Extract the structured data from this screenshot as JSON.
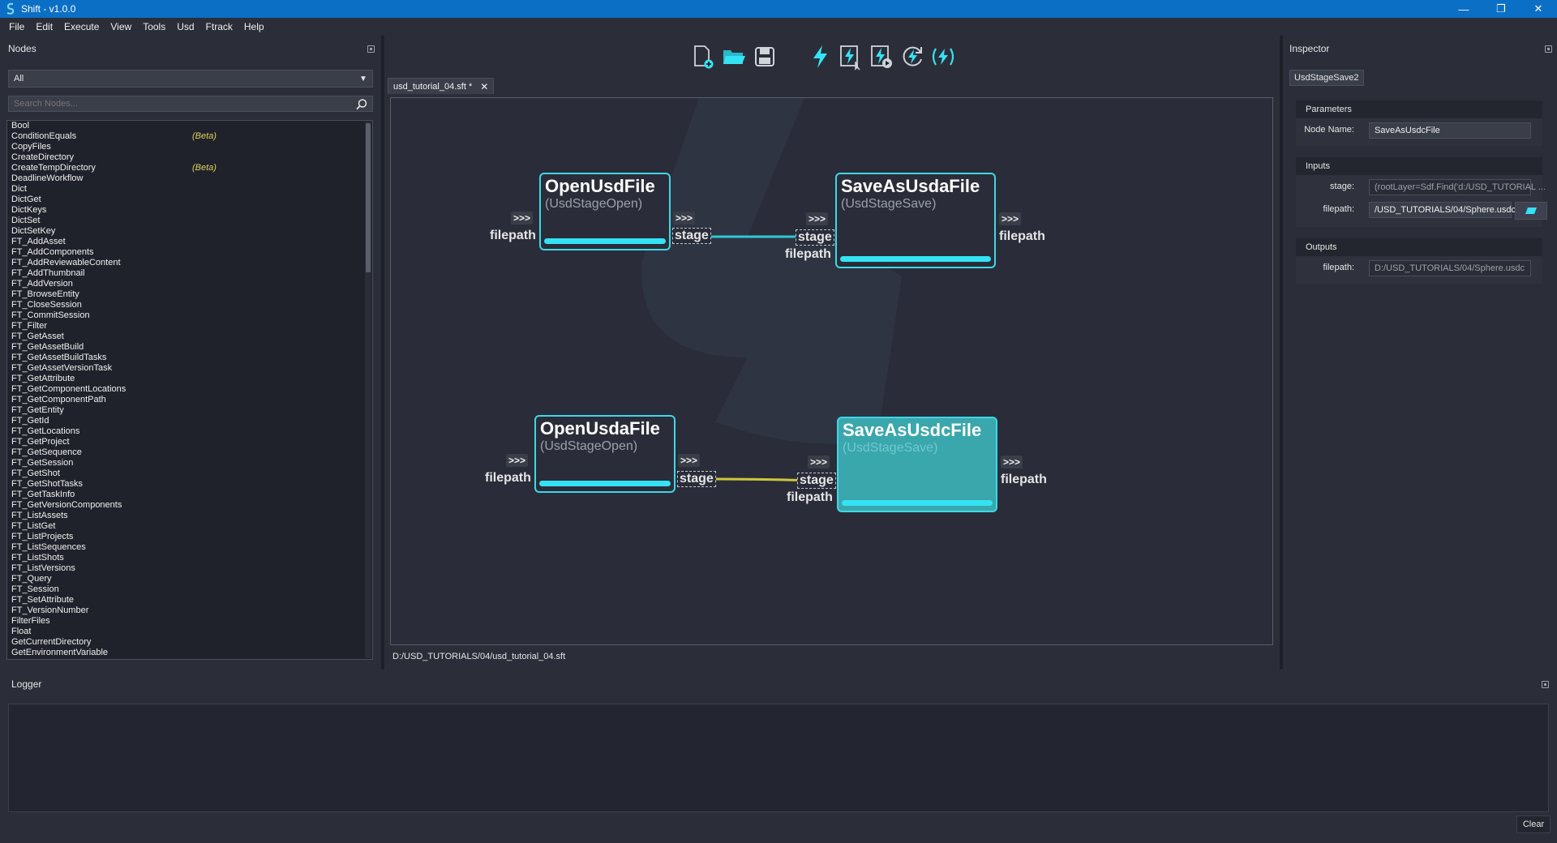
{
  "window": {
    "title": "Shift - v1.0.0",
    "controls": [
      "—",
      "❐",
      "✕"
    ]
  },
  "menu": [
    "File",
    "Edit",
    "Execute",
    "View",
    "Tools",
    "Usd",
    "Ftrack",
    "Help"
  ],
  "nodes_panel": {
    "title": "Nodes",
    "filter_value": "All",
    "search_placeholder": "Search Nodes...",
    "items": [
      {
        "name": "Bool",
        "tag": ""
      },
      {
        "name": "ConditionEquals",
        "tag": "(Beta)"
      },
      {
        "name": "CopyFiles",
        "tag": ""
      },
      {
        "name": "CreateDirectory",
        "tag": ""
      },
      {
        "name": "CreateTempDirectory",
        "tag": "(Beta)"
      },
      {
        "name": "DeadlineWorkflow",
        "tag": ""
      },
      {
        "name": "Dict",
        "tag": ""
      },
      {
        "name": "DictGet",
        "tag": ""
      },
      {
        "name": "DictKeys",
        "tag": ""
      },
      {
        "name": "DictSet",
        "tag": ""
      },
      {
        "name": "DictSetKey",
        "tag": ""
      },
      {
        "name": "FT_AddAsset",
        "tag": ""
      },
      {
        "name": "FT_AddComponents",
        "tag": ""
      },
      {
        "name": "FT_AddReviewableContent",
        "tag": ""
      },
      {
        "name": "FT_AddThumbnail",
        "tag": ""
      },
      {
        "name": "FT_AddVersion",
        "tag": ""
      },
      {
        "name": "FT_BrowseEntity",
        "tag": ""
      },
      {
        "name": "FT_CloseSession",
        "tag": ""
      },
      {
        "name": "FT_CommitSession",
        "tag": ""
      },
      {
        "name": "FT_Filter",
        "tag": ""
      },
      {
        "name": "FT_GetAsset",
        "tag": ""
      },
      {
        "name": "FT_GetAssetBuild",
        "tag": ""
      },
      {
        "name": "FT_GetAssetBuildTasks",
        "tag": ""
      },
      {
        "name": "FT_GetAssetVersionTask",
        "tag": ""
      },
      {
        "name": "FT_GetAttribute",
        "tag": ""
      },
      {
        "name": "FT_GetComponentLocations",
        "tag": ""
      },
      {
        "name": "FT_GetComponentPath",
        "tag": ""
      },
      {
        "name": "FT_GetEntity",
        "tag": ""
      },
      {
        "name": "FT_GetId",
        "tag": ""
      },
      {
        "name": "FT_GetLocations",
        "tag": ""
      },
      {
        "name": "FT_GetProject",
        "tag": ""
      },
      {
        "name": "FT_GetSequence",
        "tag": ""
      },
      {
        "name": "FT_GetSession",
        "tag": ""
      },
      {
        "name": "FT_GetShot",
        "tag": ""
      },
      {
        "name": "FT_GetShotTasks",
        "tag": ""
      },
      {
        "name": "FT_GetTaskInfo",
        "tag": ""
      },
      {
        "name": "FT_GetVersionComponents",
        "tag": ""
      },
      {
        "name": "FT_ListAssets",
        "tag": ""
      },
      {
        "name": "FT_ListGet",
        "tag": ""
      },
      {
        "name": "FT_ListProjects",
        "tag": ""
      },
      {
        "name": "FT_ListSequences",
        "tag": ""
      },
      {
        "name": "FT_ListShots",
        "tag": ""
      },
      {
        "name": "FT_ListVersions",
        "tag": ""
      },
      {
        "name": "FT_Query",
        "tag": ""
      },
      {
        "name": "FT_Session",
        "tag": ""
      },
      {
        "name": "FT_SetAttribute",
        "tag": ""
      },
      {
        "name": "FT_VersionNumber",
        "tag": ""
      },
      {
        "name": "FilterFiles",
        "tag": ""
      },
      {
        "name": "Float",
        "tag": ""
      },
      {
        "name": "GetCurrentDirectory",
        "tag": ""
      },
      {
        "name": "GetEnvironmentVariable",
        "tag": ""
      }
    ]
  },
  "toolbar": {
    "icons": [
      "new-file-icon",
      "open-folder-icon",
      "save-icon",
      "execute-icon",
      "execute-selected-icon",
      "execute-step-icon",
      "execute-refresh-icon",
      "execute-live-icon"
    ],
    "accent": "#34e3f3"
  },
  "tab": {
    "label": "usd_tutorial_04.sft *",
    "close": "✕"
  },
  "graph": {
    "port_arrow": ">>>",
    "nodes": [
      {
        "title": "OpenUsdFile",
        "type": "(UsdStageOpen)",
        "input": "filepath",
        "output": "stage"
      },
      {
        "title": "SaveAsUsdaFile",
        "type": "(UsdStageSave)",
        "input_stage": "stage",
        "input_filepath": "filepath",
        "output": "filepath"
      },
      {
        "title": "OpenUsdaFile",
        "type": "(UsdStageOpen)",
        "input": "filepath",
        "output": "stage"
      },
      {
        "title": "SaveAsUsdcFile",
        "type": "(UsdStageSave)",
        "input_stage": "stage",
        "input_filepath": "filepath",
        "output": "filepath"
      }
    ],
    "connection_colors": {
      "top": "#2fc8d4",
      "bottom": "#cfc73a"
    }
  },
  "status_path": "D:/USD_TUTORIALS/04/usd_tutorial_04.sft",
  "inspector": {
    "title": "Inspector",
    "node_name_tag": "UsdStageSave2",
    "parameters": {
      "header": "Parameters",
      "label": "Node Name:",
      "value": "SaveAsUsdcFile"
    },
    "inputs": {
      "header": "Inputs",
      "stage_label": "stage:",
      "stage_value": "(rootLayer=Sdf.Find('d:/USD_TUTORIAL ...",
      "filepath_label": "filepath:",
      "filepath_value": "/USD_TUTORIALS/04/Sphere.usdc"
    },
    "outputs": {
      "header": "Outputs",
      "filepath_label": "filepath:",
      "filepath_value": "D:/USD_TUTORIALS/04/Sphere.usdc"
    }
  },
  "logger": {
    "title": "Logger",
    "clear_label": "Clear"
  }
}
